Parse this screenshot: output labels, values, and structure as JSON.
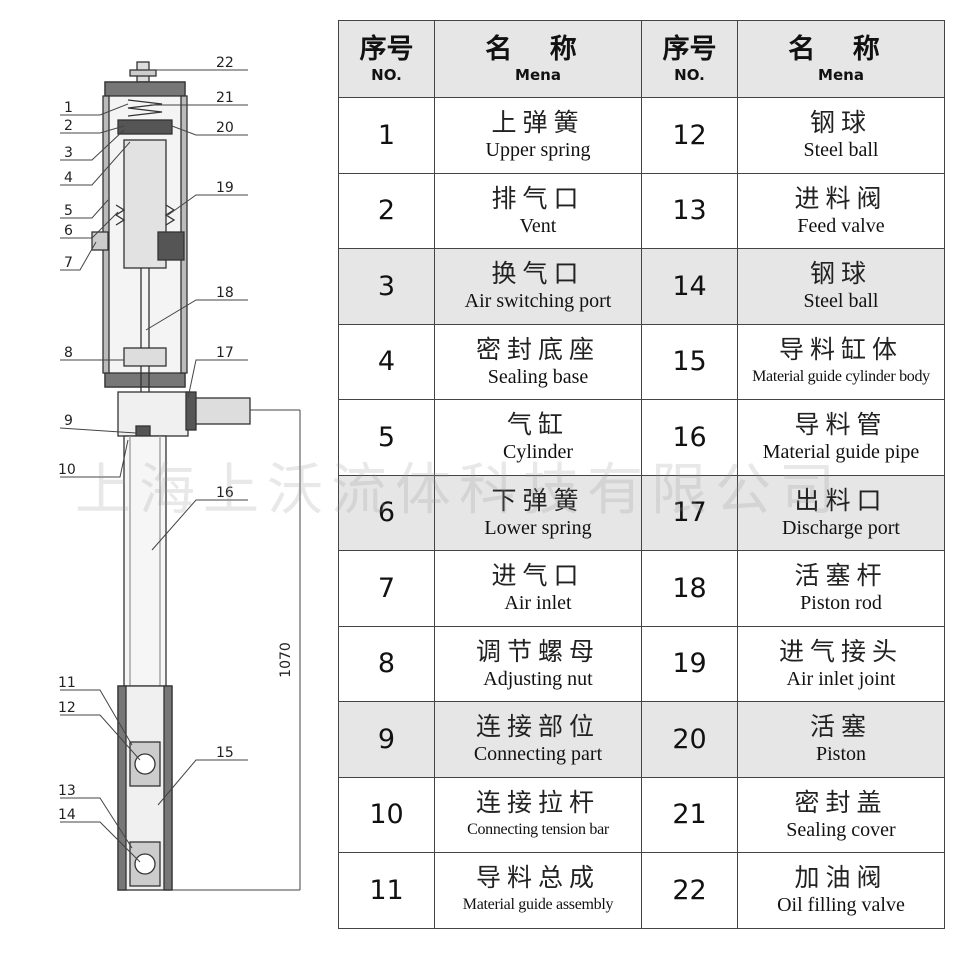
{
  "diagram": {
    "callouts_left": [
      "1",
      "2",
      "3",
      "4",
      "5",
      "6",
      "7",
      "8",
      "9",
      "10",
      "11",
      "12",
      "13",
      "14"
    ],
    "callouts_right": [
      "22",
      "21",
      "20",
      "19",
      "18",
      "17",
      "16",
      "15"
    ],
    "dimension": "1070"
  },
  "table": {
    "header": {
      "no_zh": "序号",
      "no_en": "NO.",
      "name_zh": "名 称",
      "name_en": "Mena"
    },
    "rows": [
      {
        "l": {
          "no": "1",
          "zh": "上弹簧",
          "en": "Upper spring"
        },
        "r": {
          "no": "12",
          "zh": "钢球",
          "en": "Steel ball"
        }
      },
      {
        "l": {
          "no": "2",
          "zh": "排气口",
          "en": "Vent"
        },
        "r": {
          "no": "13",
          "zh": "进料阀",
          "en": "Feed valve"
        }
      },
      {
        "l": {
          "no": "3",
          "zh": "换气口",
          "en": "Air switching port"
        },
        "r": {
          "no": "14",
          "zh": "钢球",
          "en": "Steel ball"
        }
      },
      {
        "l": {
          "no": "4",
          "zh": "密封底座",
          "en": "Sealing base"
        },
        "r": {
          "no": "15",
          "zh": "导料缸体",
          "en": "Material guide cylinder body"
        }
      },
      {
        "l": {
          "no": "5",
          "zh": "气缸",
          "en": "Cylinder"
        },
        "r": {
          "no": "16",
          "zh": "导料管",
          "en": "Material guide pipe"
        }
      },
      {
        "l": {
          "no": "6",
          "zh": "下弹簧",
          "en": "Lower spring"
        },
        "r": {
          "no": "17",
          "zh": "出料口",
          "en": "Discharge port"
        }
      },
      {
        "l": {
          "no": "7",
          "zh": "进气口",
          "en": "Air inlet"
        },
        "r": {
          "no": "18",
          "zh": "活塞杆",
          "en": "Piston rod"
        }
      },
      {
        "l": {
          "no": "8",
          "zh": "调节螺母",
          "en": "Adjusting nut"
        },
        "r": {
          "no": "19",
          "zh": "进气接头",
          "en": "Air inlet joint"
        }
      },
      {
        "l": {
          "no": "9",
          "zh": "连接部位",
          "en": "Connecting part"
        },
        "r": {
          "no": "20",
          "zh": "活塞",
          "en": "Piston"
        }
      },
      {
        "l": {
          "no": "10",
          "zh": "连接拉杆",
          "en": "Connecting tension bar"
        },
        "r": {
          "no": "21",
          "zh": "密封盖",
          "en": "Sealing cover"
        }
      },
      {
        "l": {
          "no": "11",
          "zh": "导料总成",
          "en": "Material guide assembly"
        },
        "r": {
          "no": "22",
          "zh": "加油阀",
          "en": "Oil filling valve"
        }
      }
    ]
  },
  "watermark": "上海上沃流体科技有限公司",
  "colors": {
    "shade": "#e6e6e6",
    "line": "#444444",
    "metal_dark": "#555555",
    "metal_mid": "#9a9a9a"
  }
}
